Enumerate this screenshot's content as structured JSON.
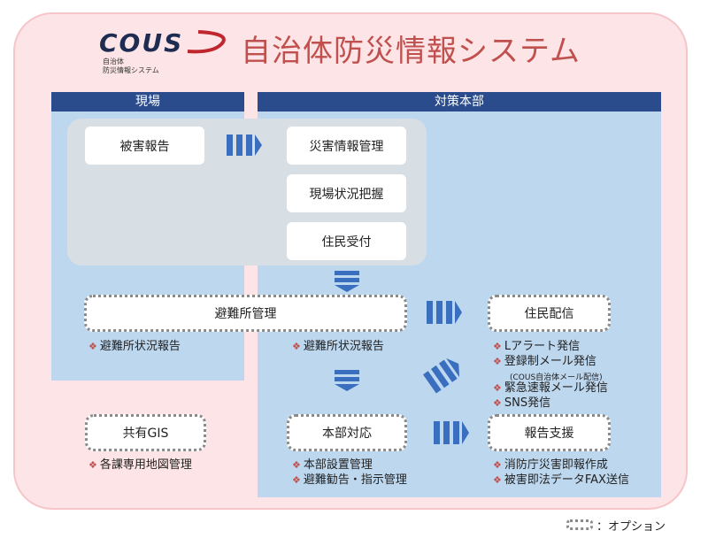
{
  "colors": {
    "accent": "#2b4c8c",
    "arrow": "#3a6fbf",
    "title": "#c0504d",
    "background": "#fde4e6",
    "panel": "#bdd7ee"
  },
  "logo": {
    "word": "COUS",
    "sub1": "自治体",
    "sub2": "防災情報システム"
  },
  "title": "自治体防災情報システム",
  "headers": {
    "field": "現場",
    "hq": "対策本部"
  },
  "boxes": {
    "damage_report": "被害報告",
    "disaster_info": "災害情報管理",
    "site_status": "現場状況把握",
    "resident_reception": "住民受付",
    "shelter_mgmt": "避難所管理",
    "resident_delivery": "住民配信",
    "shared_gis": "共有GIS",
    "hq_response": "本部対応",
    "report_support": "報告支援"
  },
  "bullets": {
    "field_shelter": "避難所状況報告",
    "hq_shelter": "避難所状況報告",
    "delivery": [
      "Lアラート発信",
      "登録制メール発信",
      "緊急速報メール発信",
      "SNS発信"
    ],
    "delivery_note": "(COUS自治体メール配信)",
    "gis": "各課専用地図管理",
    "hq": [
      "本部設置管理",
      "避難勧告・指示管理"
    ],
    "report": [
      "消防庁災害即報作成",
      "被害即法データFAX送信"
    ]
  },
  "legend": "：オプション"
}
